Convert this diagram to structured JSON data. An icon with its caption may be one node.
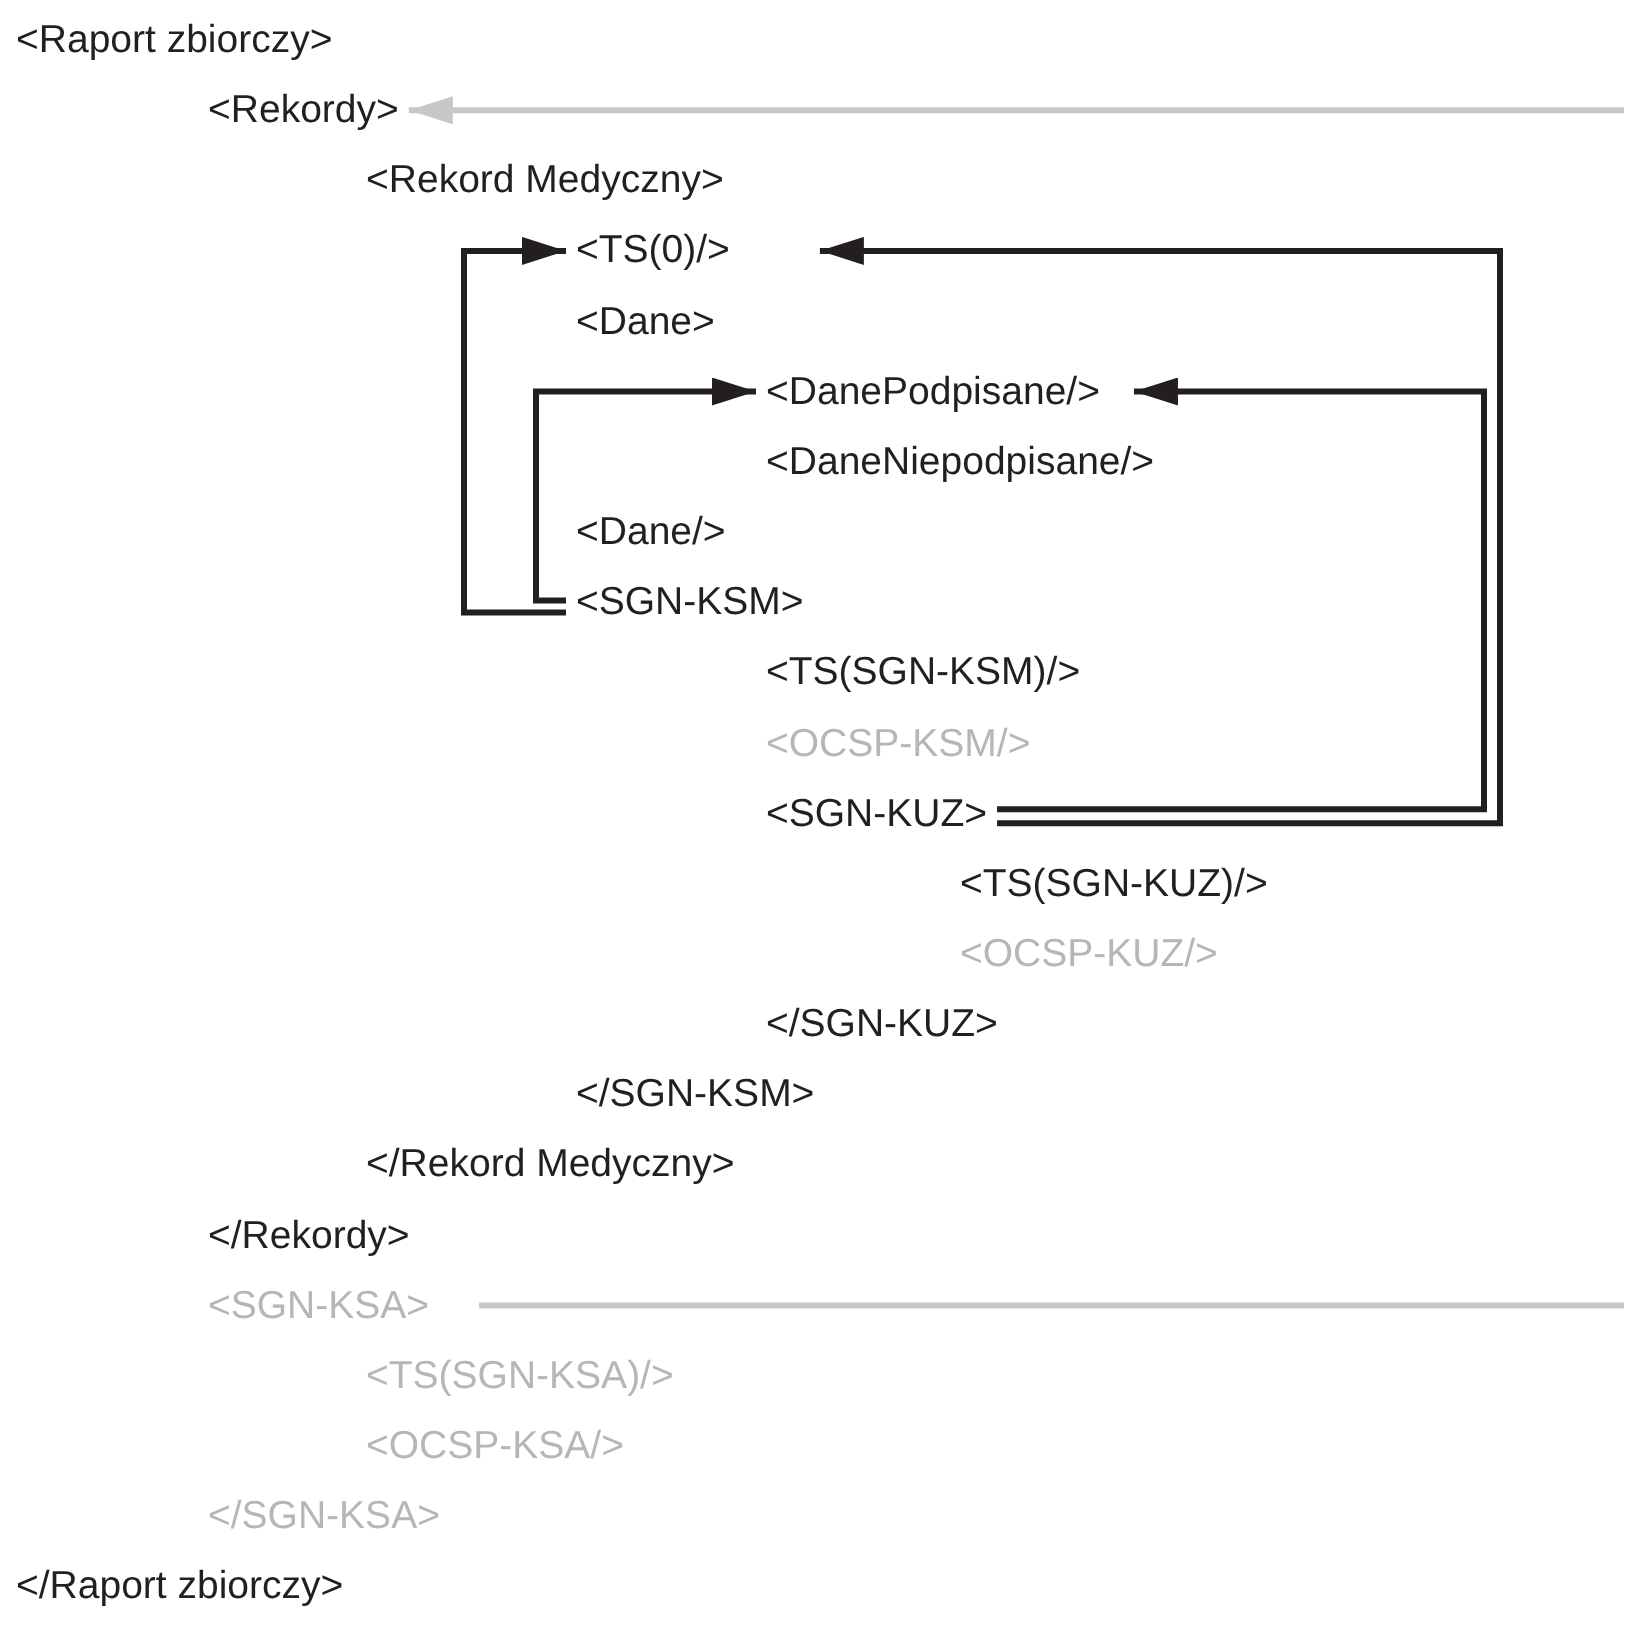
{
  "diagram": {
    "nodes": [
      {
        "text": [
          "<Rekordy>"
        ]
      },
      {
        "text": [
          "<TS(0)/>"
        ]
      },
      {
        "text": [
          "<DanePodpisane/>"
        ]
      },
      {
        "text": [
          "<SGN-KSM>"
        ]
      },
      {
        "text": [
          "<SGN-KUZ>"
        ]
      },
      {
        "text": [
          "<SGN-KSA>"
        ]
      }
    ],
    "edges": [
      {
        "from": null,
        "to": 0,
        "arrow": "to",
        "color": "#c6c7c8"
      },
      {
        "from": 5,
        "to": null,
        "arrow": "none",
        "color": "#c6c7c8"
      },
      {
        "from": 3,
        "to": 1,
        "arrow": "to"
      },
      {
        "from": 3,
        "to": 2,
        "arrow": "to"
      },
      {
        "from": 4,
        "to": 1,
        "arrow": "to"
      },
      {
        "from": 4,
        "to": 2,
        "arrow": "to"
      }
    ],
    "labels": [
      "<Raport zbiorczy>",
      "<Rekord Medyczny>",
      "<Dane>",
      "<DaneNiepodpisane/>",
      "<Dane/>",
      "<TS(SGN-KSM)/>",
      "<OCSP-KSM/>",
      "<TS(SGN-KUZ)/>",
      "<OCSP-KUZ/>",
      "</SGN-KUZ>",
      "</SGN-KSM>",
      "</Rekord Medyczny>",
      "</Rekordy>",
      "<TS(SGN-KSA)/>",
      "<OCSP-KSA/>",
      "</SGN-KSA>",
      "</Raport zbiorczy>"
    ]
  }
}
